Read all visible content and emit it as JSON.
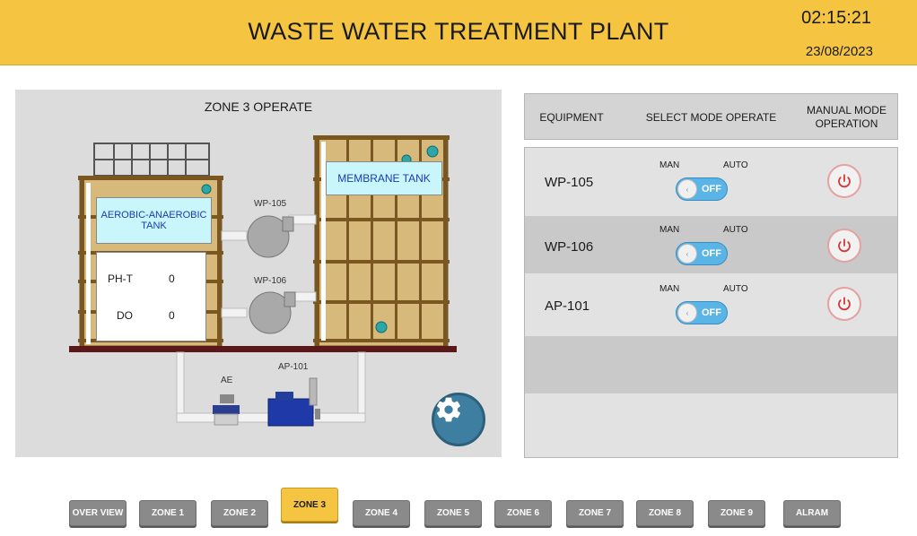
{
  "header": {
    "title": "WASTE WATER TREATMENT PLANT",
    "time": "02:15:21",
    "date": "23/08/2023"
  },
  "scene": {
    "title": "ZONE 3 OPERATE",
    "tank1_label": "AEROBIC-ANAEROBIC TANK",
    "tank2_label": "MEMBRANE TANK",
    "readings": [
      {
        "label": "PH-T",
        "value": "0"
      },
      {
        "label": "DO",
        "value": "0"
      }
    ],
    "pumps": {
      "wp105": "WP-105",
      "wp106": "WP-106",
      "ae": "AE",
      "ap101": "AP-101"
    },
    "settings_icon": "gear-icon"
  },
  "control": {
    "headers": {
      "equipment": "EQUIPMENT",
      "select_mode": "SELECT MODE OPERATE",
      "manual_mode": "MANUAL MODE OPERATION"
    },
    "rows": [
      {
        "name": "WP-105",
        "man": "MAN",
        "auto": "AUTO",
        "state": "OFF"
      },
      {
        "name": "WP-106",
        "man": "MAN",
        "auto": "AUTO",
        "state": "OFF"
      },
      {
        "name": "AP-101",
        "man": "MAN",
        "auto": "AUTO",
        "state": "OFF"
      }
    ],
    "power_icon": "power-icon"
  },
  "nav": {
    "items": [
      "OVER VIEW",
      "ZONE 1",
      "ZONE 2",
      "ZONE 3",
      "ZONE 4",
      "ZONE 5",
      "ZONE 6",
      "ZONE 7",
      "ZONE 8",
      "ZONE 9",
      "ALRAM"
    ],
    "active": "ZONE 3"
  },
  "colors": {
    "accent": "#f5c542",
    "toggle": "#5bb4e6",
    "power": "#d43a3a",
    "gear": "#3e7ea0"
  }
}
